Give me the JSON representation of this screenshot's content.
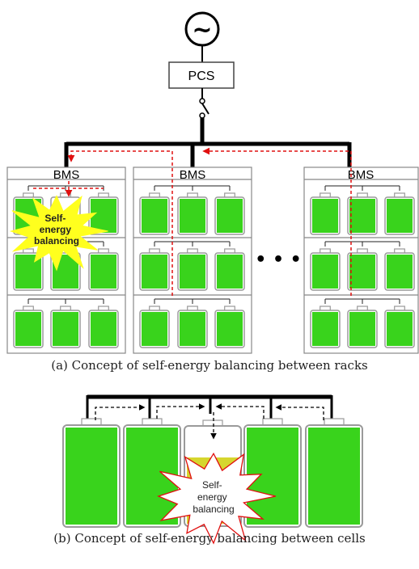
{
  "figure_a": {
    "source_symbol": "~",
    "pcs_label": "PCS",
    "bms_label": "BMS",
    "rack_gap_symbol": "• • •",
    "burst_label": [
      "Self-",
      "energy",
      "balancing"
    ],
    "caption": "(a)  Concept  of  self-energy  balancing  between  racks"
  },
  "figure_b": {
    "burst_label": [
      "Self-",
      "energy",
      "balancing"
    ],
    "caption": "(b)  Concept  of  self-energy  balancing  between  cells"
  },
  "colors": {
    "battery_green": "#39d31c",
    "battery_yellow": "#d6d62e",
    "battery_frame": "#9a9a9a",
    "bus_line": "#000000",
    "energy_flow_arrow": "#e01010",
    "cell_flow_arrow": "#000000",
    "burst_fill": "#ffff1e",
    "burst_outline_b": "#e01010"
  }
}
